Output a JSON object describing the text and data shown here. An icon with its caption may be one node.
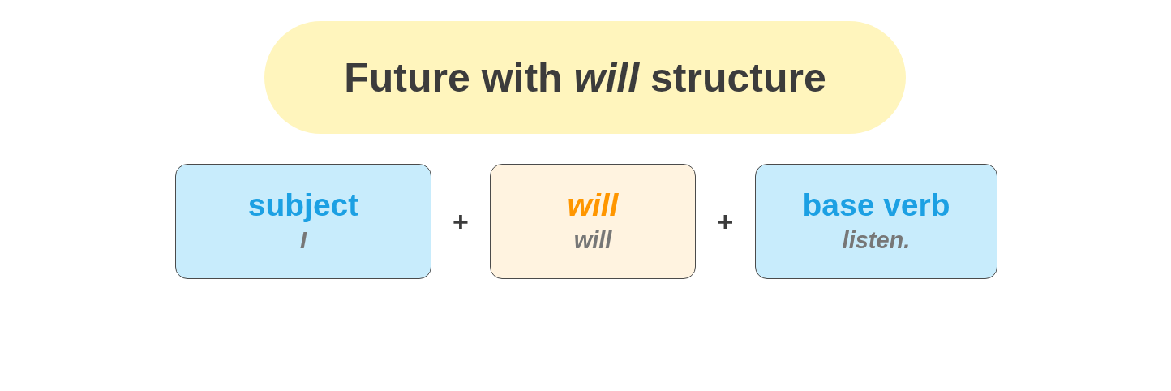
{
  "diagram": {
    "title": "Future with *will* structure",
    "nodes": [
      {
        "text": [
          "subject",
          "I"
        ]
      },
      {
        "text": [
          "will",
          "will"
        ]
      },
      {
        "text": [
          "base verb",
          "listen."
        ]
      }
    ],
    "labels": [
      "+",
      "+"
    ]
  }
}
